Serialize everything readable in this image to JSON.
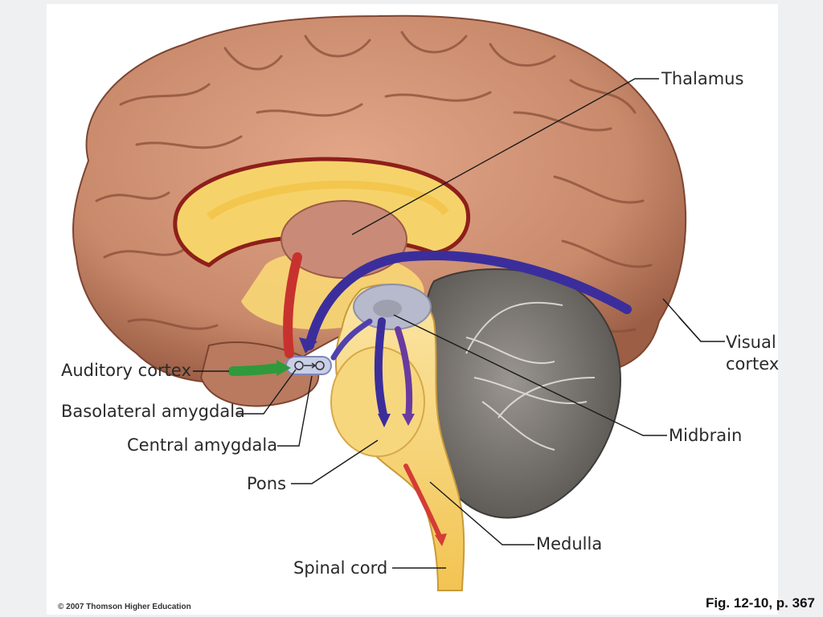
{
  "labels": {
    "thalamus": "Thalamus",
    "visual_line1": "Visual",
    "visual_line2": "cortex",
    "auditory": "Auditory cortex",
    "basolateral": "Basolateral amygdala",
    "central": "Central amygdala",
    "pons": "Pons",
    "midbrain": "Midbrain",
    "medulla": "Medulla",
    "spinal": "Spinal cord"
  },
  "copyright": "© 2007 Thomson Higher Education",
  "figure_ref": "Fig. 12-10, p. 367",
  "colors": {
    "cortex": "#c98a6c",
    "cortex_dark": "#8a4f3a",
    "corpus": "#f6d36a",
    "brainstem": "#f7d77e",
    "cerebellum": "#7f7a76",
    "thalamus": "#c98b78",
    "pathway_blue": "#3b2e9c",
    "pathway_purple": "#6a3aa0",
    "pathway_red": "#c8322e",
    "pathway_green": "#2e9a3c"
  }
}
